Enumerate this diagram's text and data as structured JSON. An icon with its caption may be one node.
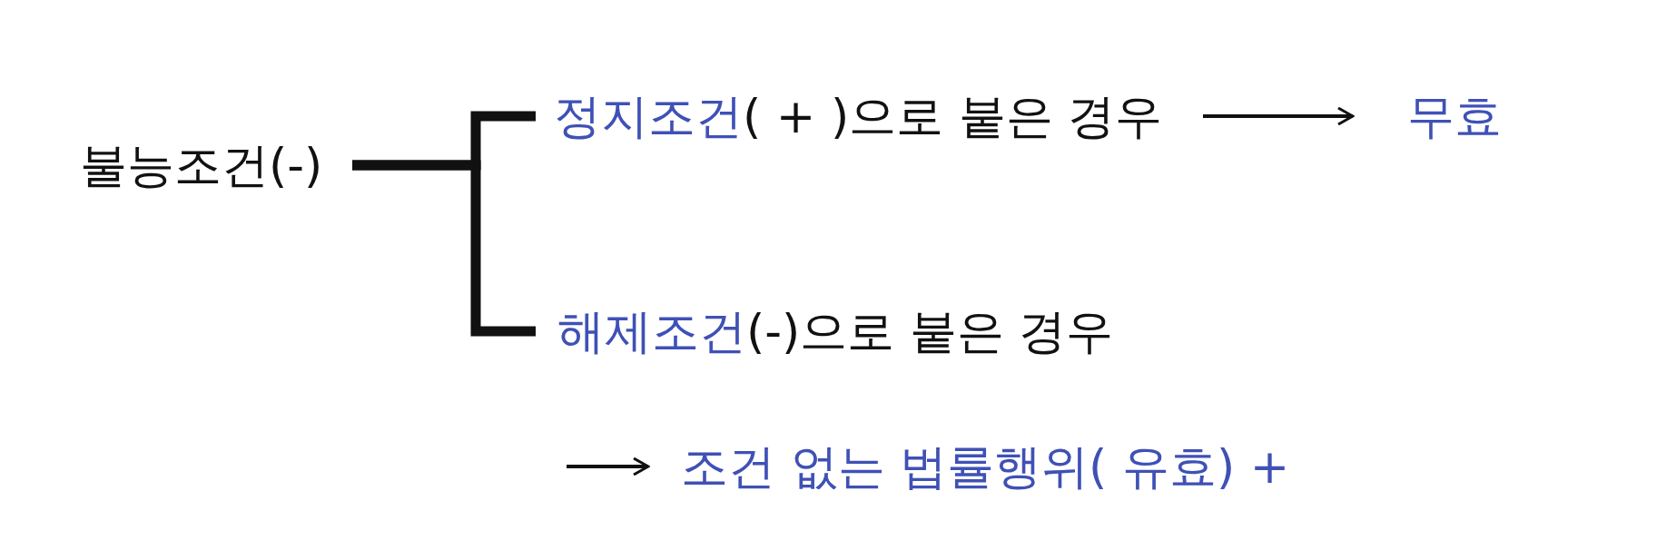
{
  "diagram": {
    "nodes": [
      {
        "text": [
          "불능조건(-)"
        ]
      },
      {
        "text": [
          "**정지조건**( + )으로 붙은 경우"
        ]
      },
      {
        "text": [
          "무효"
        ]
      },
      {
        "text": [
          "**해제조건**(-)으로 붙은 경우"
        ]
      },
      {
        "text": [
          "조건 없는 법률행위( 유효) +"
        ]
      }
    ],
    "edges": [
      {
        "from": 0,
        "to": 1,
        "arrow": "none",
        "style": "thick"
      },
      {
        "from": 0,
        "to": 3,
        "arrow": "none",
        "style": "thick"
      },
      {
        "from": 1,
        "to": 2,
        "arrow": "to"
      },
      {
        "from": null,
        "to": 4,
        "arrow": "to"
      }
    ]
  }
}
